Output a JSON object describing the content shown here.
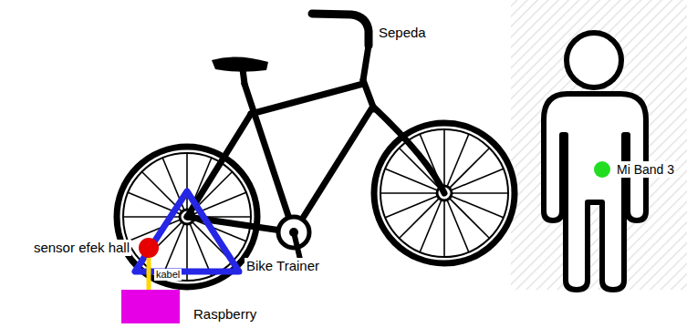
{
  "diagram": {
    "nodes": [
      {
        "text": [
          "sensor efek hall"
        ]
      },
      {
        "text": [
          "Raspberry"
        ]
      }
    ],
    "edges": [
      {
        "from": 0,
        "to": 1,
        "arrow": "none",
        "label": "kabel"
      }
    ],
    "labels": [
      "Sepeda",
      "Bike Trainer",
      "Mi Band 3"
    ]
  }
}
